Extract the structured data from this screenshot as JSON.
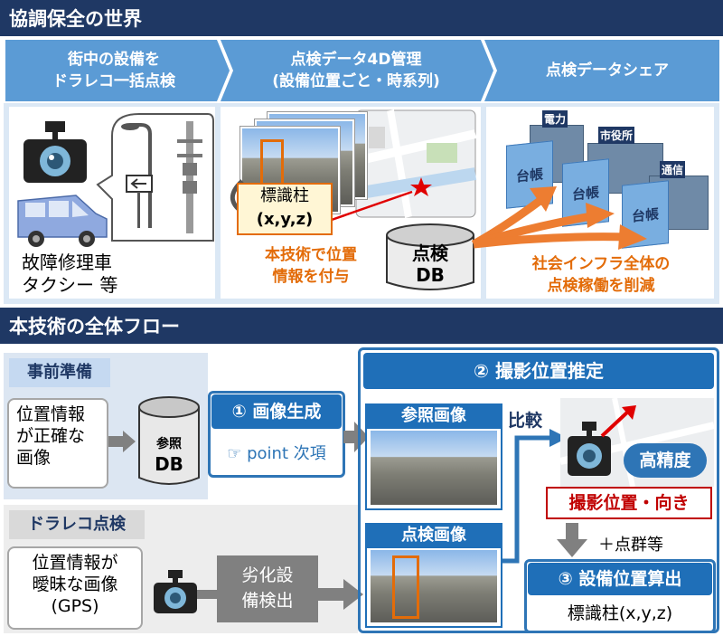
{
  "top": {
    "title": "協調保全の世界",
    "steps": [
      {
        "line1": "街中の設備を",
        "line2": "ドラレコ一括点検"
      },
      {
        "line1": "点検データ4D管理",
        "line2": "(設備位置ごと・時系列)"
      },
      {
        "line1": "点検データシェア",
        "line2": ""
      }
    ],
    "panel1": {
      "text_line1": "故障修理車",
      "text_line2": "タクシー 等"
    },
    "panel2": {
      "sign_label_line1": "標識柱",
      "sign_label_line2": "(x,y,z)",
      "caption_line1": "本技術で位置",
      "caption_line2": "情報を付与",
      "db_line1": "点検",
      "db_line2": "DB"
    },
    "panel3": {
      "buildings": [
        "電力",
        "市役所",
        "通信"
      ],
      "doc_label": "台帳",
      "caption_line1": "社会インフラ全体の",
      "caption_line2": "点検稼働を削減"
    }
  },
  "flow": {
    "title": "本技術の全体フロー",
    "prep": {
      "label": "事前準備",
      "box_line1": "位置情報",
      "box_line2": "が正確な",
      "box_line3": "画像",
      "db_line1": "参照",
      "db_line2": "DB"
    },
    "inspect": {
      "label": "ドラレコ点検",
      "box_line1": "位置情報が",
      "box_line2": "曖昧な画像",
      "box_line3": "(GPS)",
      "detect_line1": "劣化設",
      "detect_line2": "備検出"
    },
    "step1": {
      "label": "① 画像生成",
      "point": "point 次項"
    },
    "step2": {
      "label": "② 撮影位置推定",
      "ref_image": "参照画像",
      "insp_image": "点検画像",
      "compare": "比較",
      "high_precision": "高精度",
      "result": "撮影位置・向き"
    },
    "plus": "＋点群等",
    "step3": {
      "label": "③ 設備位置算出",
      "result": "標識柱(x,y,z)"
    }
  },
  "colors": {
    "navy": "#1f3864",
    "blue": "#2e75b6",
    "orange": "#e36c09",
    "red": "#c00000"
  }
}
